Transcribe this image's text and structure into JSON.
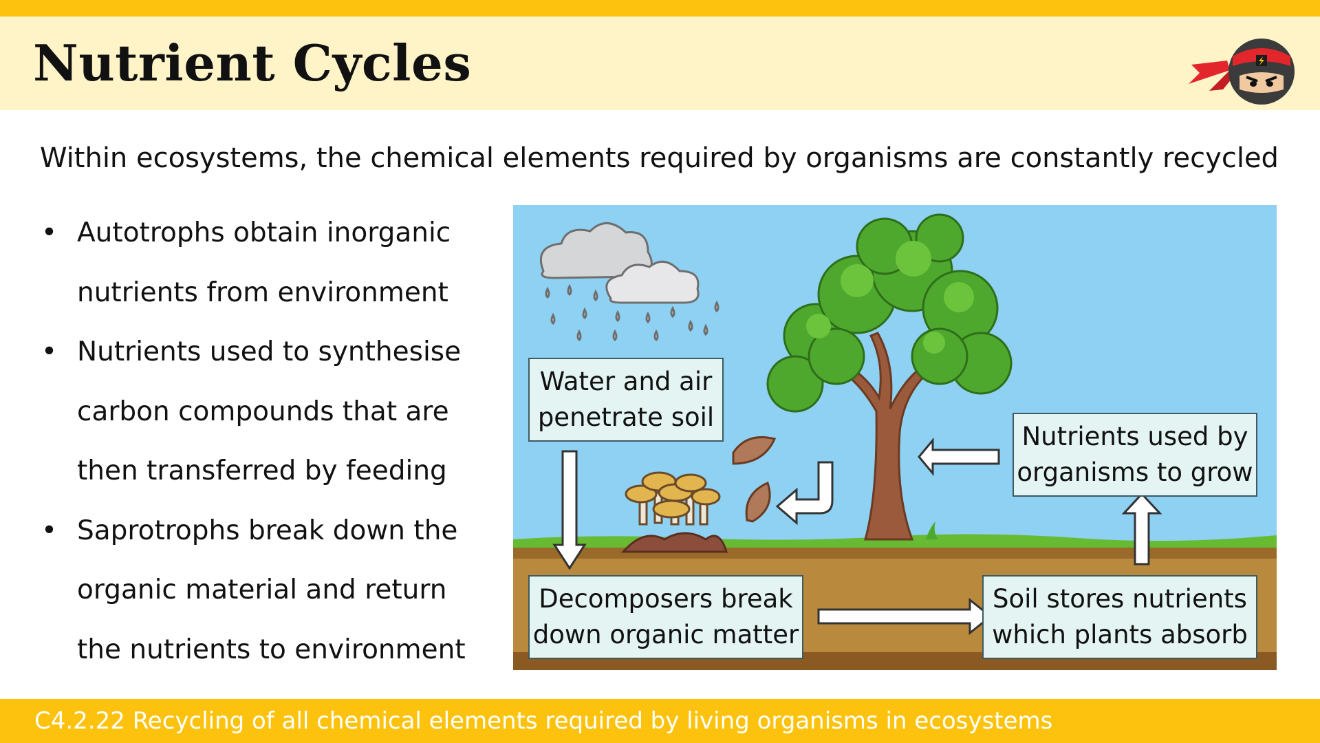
{
  "title": "Nutrient Cycles",
  "subtitle": "Within ecosystems, the chemical elements required by organisms are constantly recycled",
  "bullets": [
    {
      "marker": "•",
      "lines": [
        "Autotrophs obtain inorganic",
        "nutrients from environment"
      ]
    },
    {
      "marker": "•",
      "lines": [
        "Nutrients used to synthesise",
        "carbon compounds that are",
        "then transferred by feeding"
      ]
    },
    {
      "marker": "•",
      "lines": [
        "Saprotrophs break down the",
        "organic material and return",
        "the nutrients to environment"
      ]
    }
  ],
  "diagram": {
    "boxes": {
      "water_air": [
        "Water and air",
        "penetrate soil"
      ],
      "decomposers": [
        "Decomposers break",
        "down organic matter"
      ],
      "soil": [
        "Soil stores nutrients",
        "which plants absorb"
      ],
      "nutrients_used": [
        "Nutrients used by",
        "organisms to grow"
      ]
    },
    "icons": [
      "rain-cloud-icon",
      "tree-icon",
      "mushroom-cluster-icon",
      "falling-leaf-icon",
      "arrow-icon"
    ]
  },
  "footer": "C4.2.22  Recycling of all chemical elements required by living organisms in ecosystems",
  "colors": {
    "accent": "#FDC20E",
    "title_band": "#FEF4C8",
    "sky": "#8ED1F2",
    "grass": "#66BB33",
    "soil": "#B98A3E",
    "box_fill": "#E3F4F3"
  }
}
